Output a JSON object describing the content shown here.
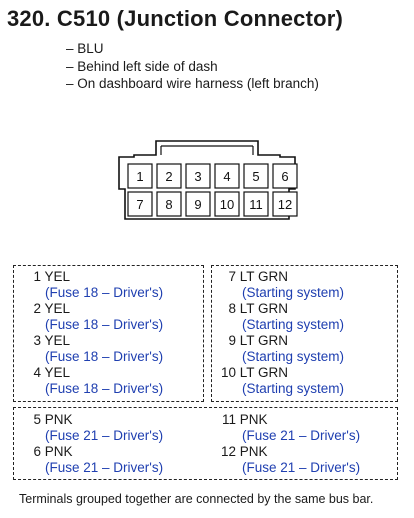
{
  "header": {
    "title": "320. C510 (Junction Connector)",
    "notes": [
      "– BLU",
      "– Behind left side of dash",
      "– On dashboard wire harness (left branch)"
    ]
  },
  "connector": {
    "top_row": [
      "1",
      "2",
      "3",
      "4",
      "5",
      "6"
    ],
    "bottom_row": [
      "7",
      "8",
      "9",
      "10",
      "11",
      "12"
    ]
  },
  "groups": [
    {
      "left": [
        {
          "num": "1",
          "color": "YEL",
          "desc": "(Fuse 18 – Driver's)"
        },
        {
          "num": "2",
          "color": "YEL",
          "desc": "(Fuse 18 – Driver's)"
        },
        {
          "num": "3",
          "color": "YEL",
          "desc": "(Fuse 18 – Driver's)"
        },
        {
          "num": "4",
          "color": "YEL",
          "desc": "(Fuse 18 – Driver's)"
        }
      ],
      "right": [
        {
          "num": "7",
          "color": "LT GRN",
          "desc": "(Starting system)"
        },
        {
          "num": "8",
          "color": "LT GRN",
          "desc": "(Starting system)"
        },
        {
          "num": "9",
          "color": "LT GRN",
          "desc": "(Starting system)"
        },
        {
          "num": "10",
          "color": "LT GRN",
          "desc": "(Starting system)"
        }
      ]
    },
    {
      "entries": [
        {
          "num": "5",
          "color": "PNK",
          "desc": "(Fuse 21 – Driver's)"
        },
        {
          "num": "6",
          "color": "PNK",
          "desc": "(Fuse 21 – Driver's)"
        },
        {
          "num": "11",
          "color": "PNK",
          "desc": "(Fuse 21 – Driver's)"
        },
        {
          "num": "12",
          "color": "PNK",
          "desc": "(Fuse 21 – Driver's)"
        }
      ]
    }
  ],
  "footnote": "Terminals grouped together are connected by the same bus bar.",
  "colors": {
    "text": "#1a1a1a",
    "link_blue": "#1f3fb0"
  }
}
